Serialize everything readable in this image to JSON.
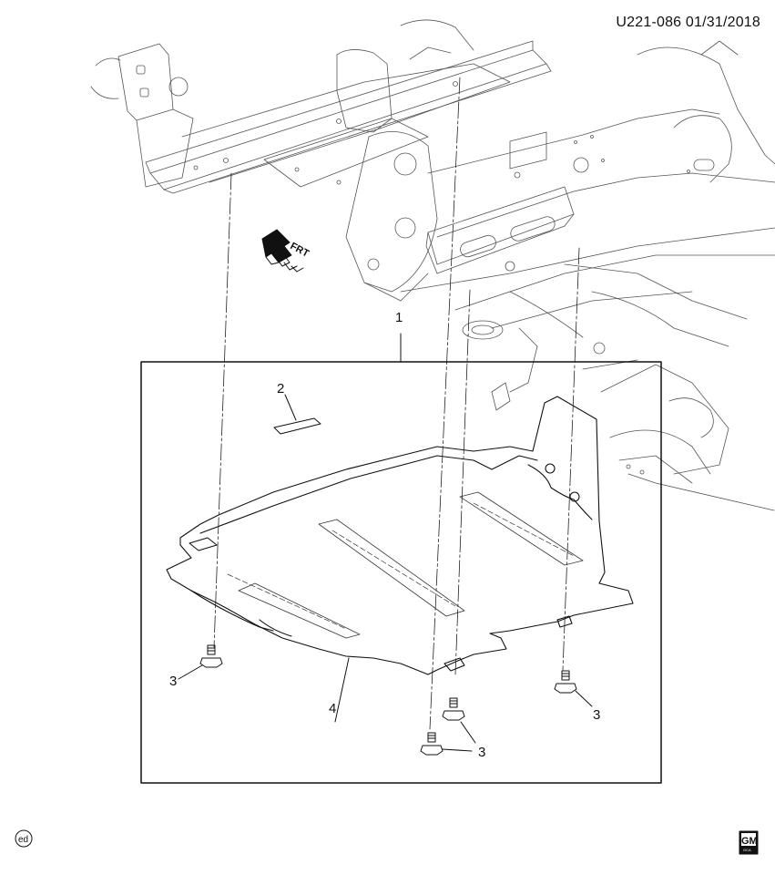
{
  "document": {
    "id": "U221-086 01/31/2018"
  },
  "orientation": {
    "label": "FRT"
  },
  "callouts": [
    {
      "label": "1"
    },
    {
      "label": "2"
    },
    {
      "label": "3"
    },
    {
      "label": "3"
    },
    {
      "label": "3"
    },
    {
      "label": "3"
    },
    {
      "label": "4"
    }
  ],
  "footer": {
    "left_badge": "ed",
    "right_logo": "GM",
    "right_logo_sub": "GCA"
  }
}
